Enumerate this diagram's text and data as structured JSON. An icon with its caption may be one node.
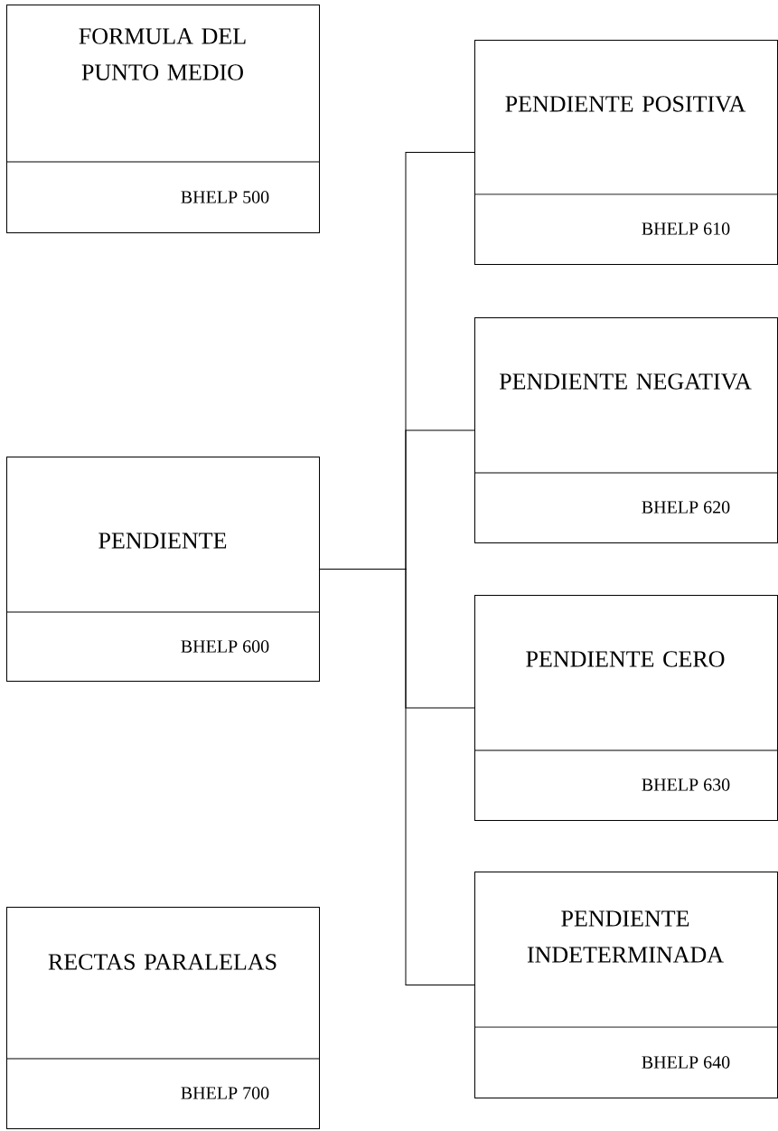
{
  "diagram": {
    "nodes": [
      {
        "text": [
          "FORMULA DEL PUNTO MEDIO",
          "BHELP 500"
        ]
      },
      {
        "text": [
          "PENDIENTE",
          "BHELP 600"
        ]
      },
      {
        "text": [
          "RECTAS PARALELAS",
          "BHELP 700"
        ]
      },
      {
        "text": [
          "PENDIENTE POSITIVA",
          "BHELP 610"
        ]
      },
      {
        "text": [
          "PENDIENTE NEGATIVA",
          "BHELP 620"
        ]
      },
      {
        "text": [
          "PENDIENTE CERO",
          "BHELP 630"
        ]
      },
      {
        "text": [
          "PENDIENTE INDETERMINADA",
          "BHELP 640"
        ]
      }
    ],
    "edges": [
      {
        "from": 1,
        "to": 3,
        "arrow": "none"
      },
      {
        "from": 1,
        "to": 4,
        "arrow": "none"
      },
      {
        "from": 1,
        "to": 5,
        "arrow": "none"
      },
      {
        "from": 1,
        "to": 6,
        "arrow": "none"
      }
    ]
  }
}
